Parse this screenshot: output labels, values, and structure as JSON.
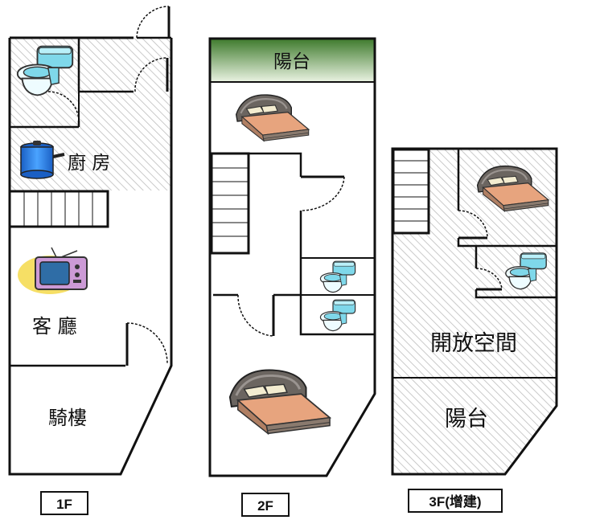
{
  "floors": [
    {
      "id": "1F",
      "tag": "1F",
      "rooms": {
        "kitchen": "廚 房",
        "living": "客 廳",
        "arcade": "騎樓"
      }
    },
    {
      "id": "2F",
      "tag": "2F",
      "rooms": {
        "balcony": "陽台"
      }
    },
    {
      "id": "3F",
      "tag": "3F(增建)",
      "rooms": {
        "open_space": "開放空間",
        "balcony": "陽台"
      }
    }
  ],
  "colors": {
    "wall": "#111111",
    "hatch": "#c4c4c4",
    "balcony_green_top": "#3e7a2c",
    "balcony_green_bottom": "#eaf3e2",
    "toilet": "#7fd8ea",
    "pot": "#2277dd",
    "tv": "#f0d040",
    "bed_cover": "#e7a47e",
    "bed_frame": "#6b6058"
  },
  "icons": [
    "toilet-icon",
    "cooking-pot-icon",
    "tv-icon",
    "bed-icon",
    "stairs-icon",
    "door-swing-icon"
  ]
}
